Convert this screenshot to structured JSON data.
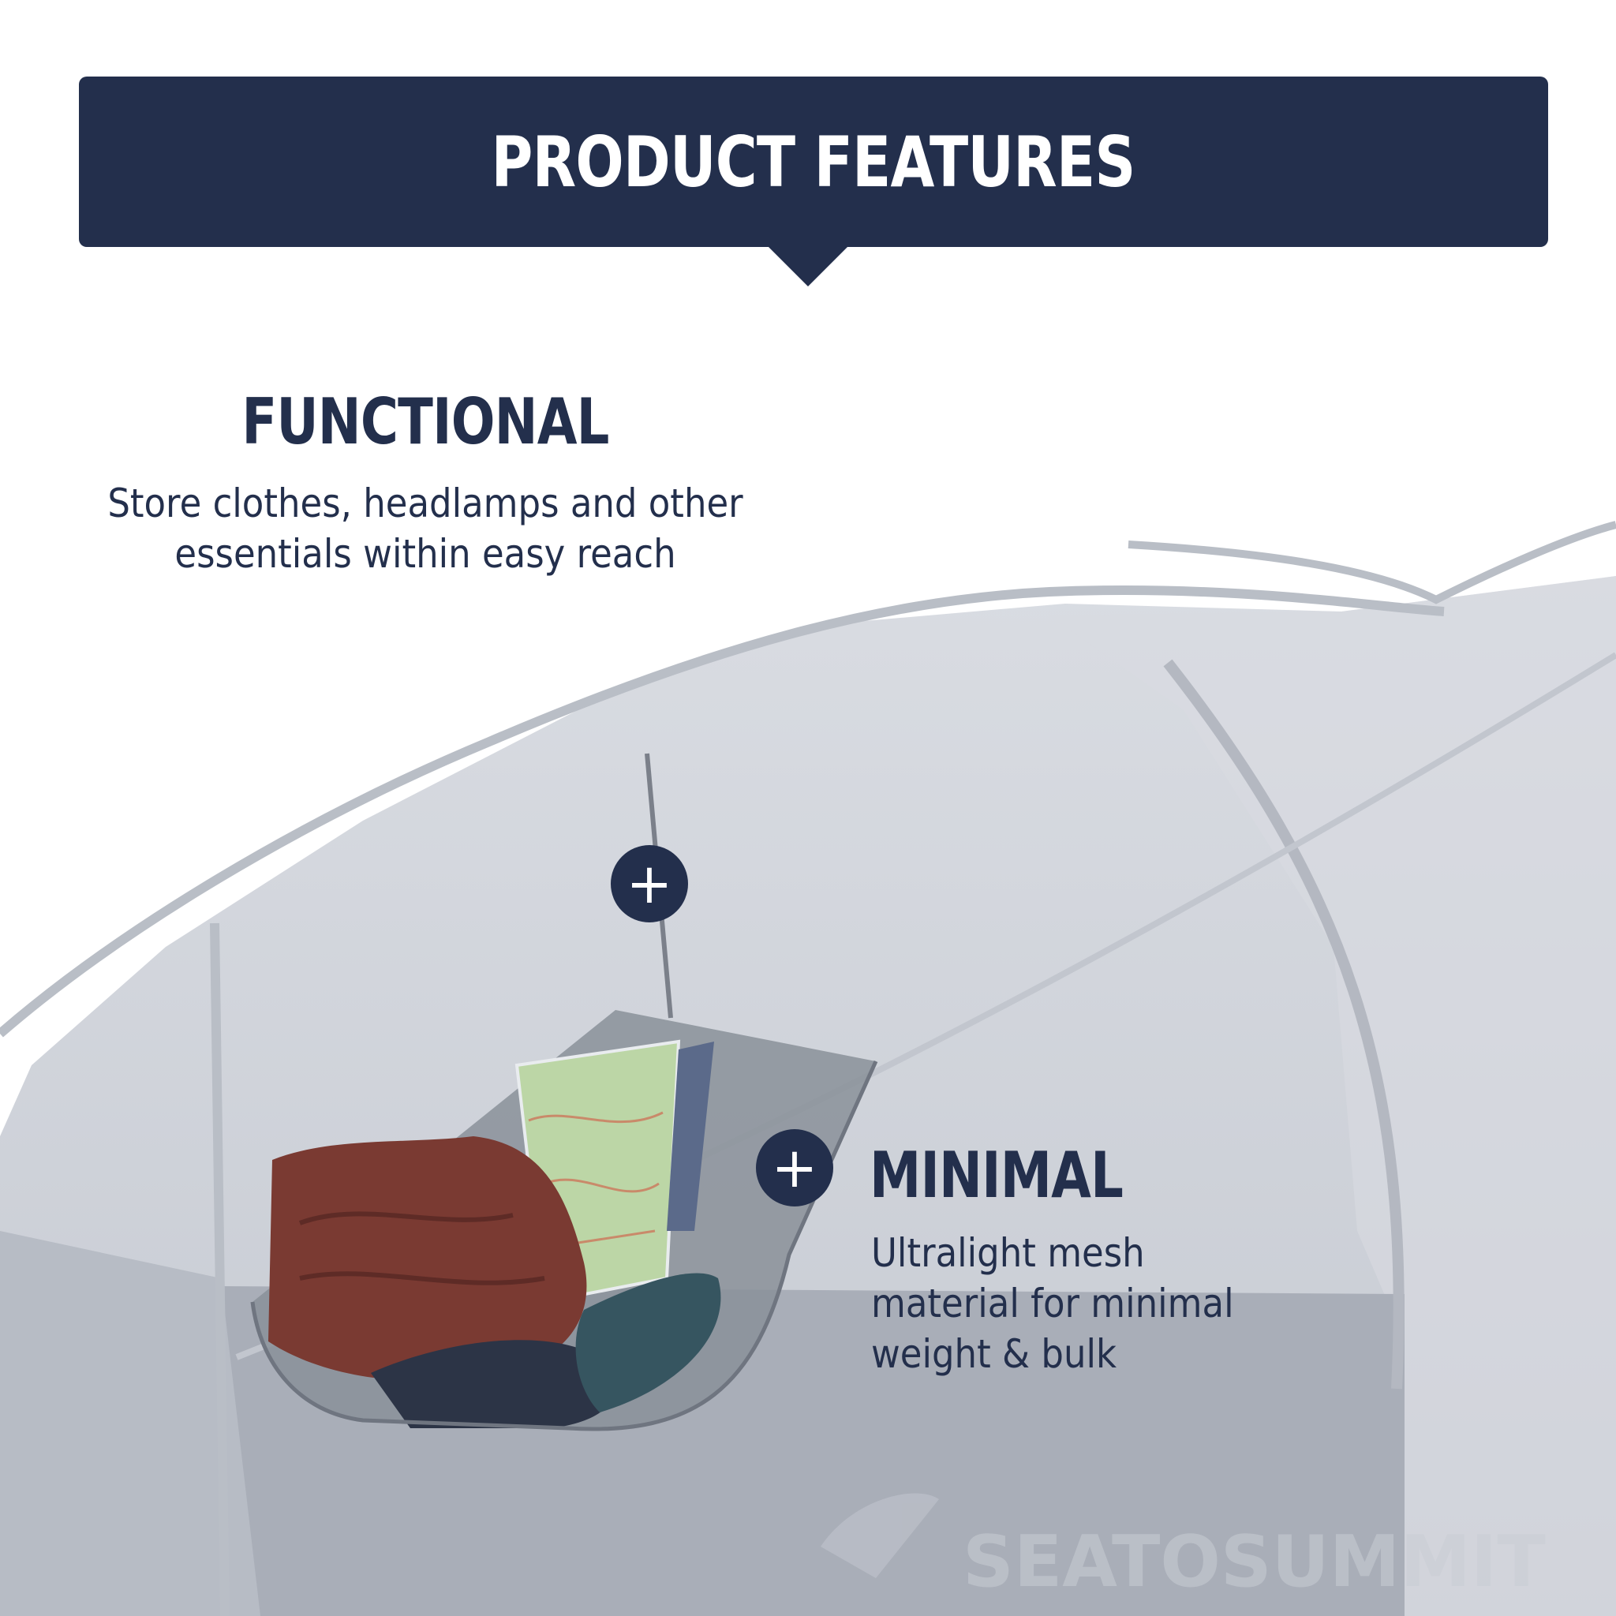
{
  "banner": {
    "title": "PRODUCT FEATURES"
  },
  "features": [
    {
      "title": "FUNCTIONAL",
      "description": "Store clothes, headlamps and other\nessentials within easy reach"
    },
    {
      "title": "MINIMAL",
      "description": "Ultralight mesh\nmaterial for minimal\nweight & bulk"
    }
  ],
  "markers": [
    {
      "symbol": "+"
    },
    {
      "symbol": "+"
    }
  ],
  "brand": {
    "logo_text": "SEATOSUMMIT"
  },
  "colors": {
    "banner": "#232f4c",
    "heading_text": "#232f4c",
    "marker": "#232f4c",
    "background": "#ffffff",
    "tent_fabric": "#cdd1d8"
  }
}
